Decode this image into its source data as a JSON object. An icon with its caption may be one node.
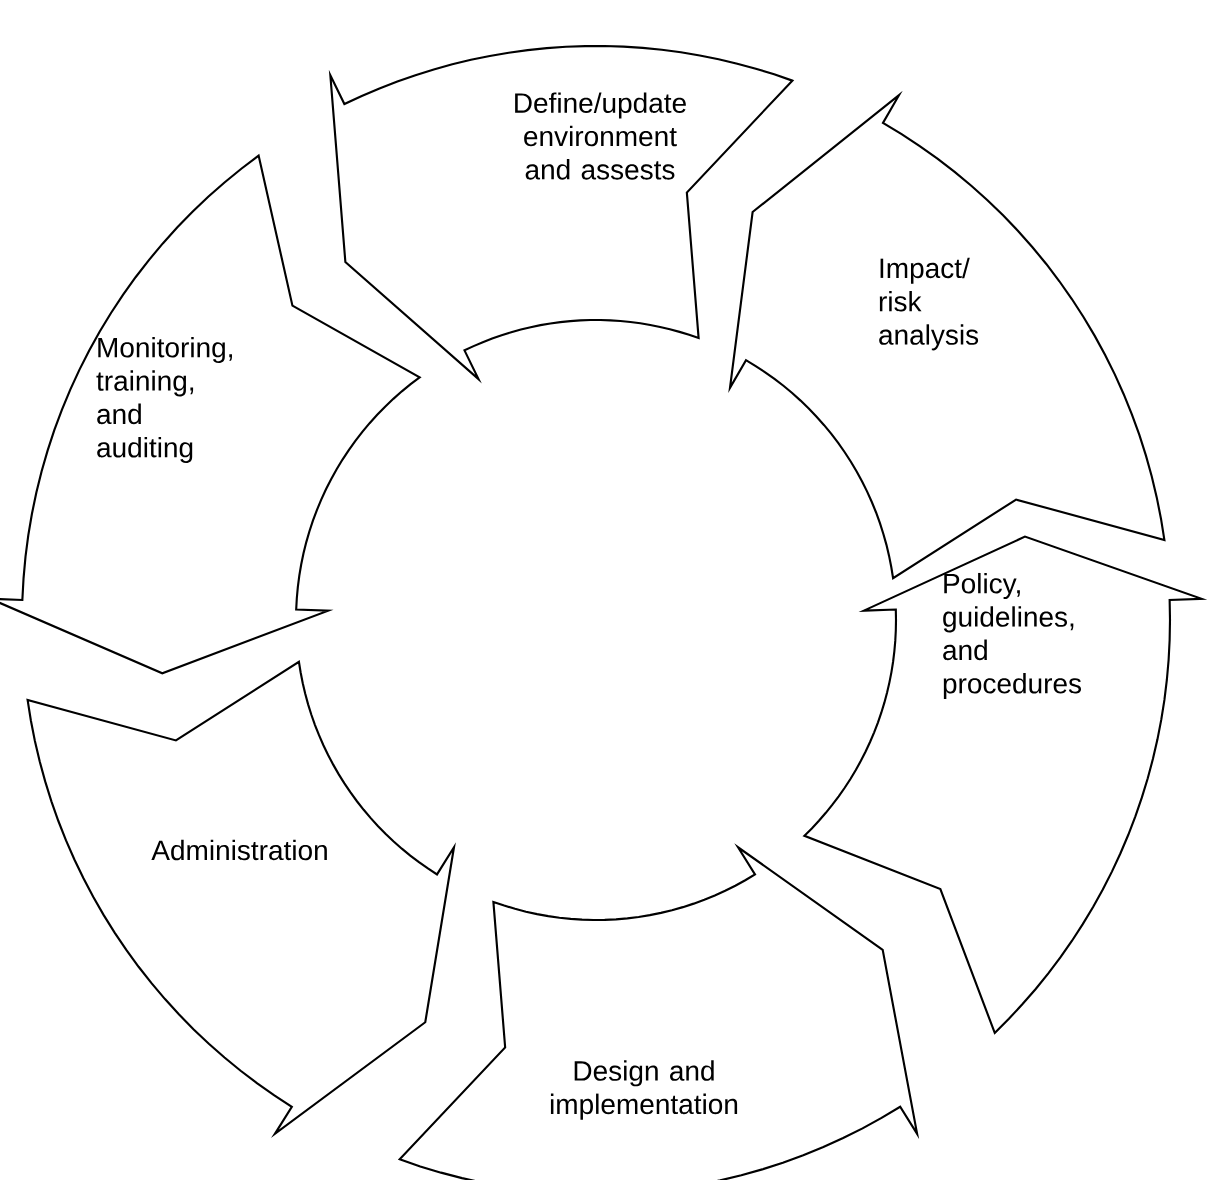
{
  "diagram": {
    "nodes": [
      {
        "text": [
          "Define/update environment and assests"
        ]
      },
      {
        "text": [
          "Impact/ risk analysis"
        ]
      },
      {
        "text": [
          "Policy, guidelines, and procedures"
        ]
      },
      {
        "text": [
          "Design and implementation"
        ]
      },
      {
        "text": [
          "Administration"
        ]
      },
      {
        "text": [
          "Monitoring, training, and auditing"
        ]
      }
    ]
  }
}
